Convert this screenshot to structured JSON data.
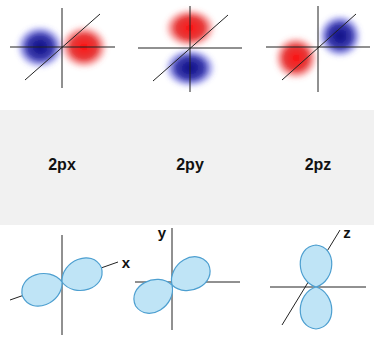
{
  "diagram": {
    "labels": [
      "2px",
      "2py",
      "2pz",
      "x",
      "y",
      "z"
    ]
  }
}
